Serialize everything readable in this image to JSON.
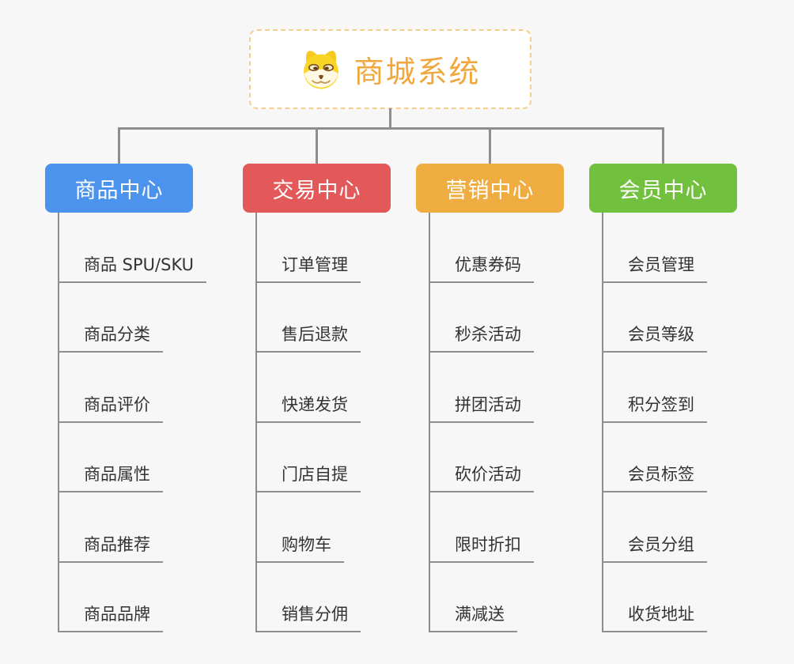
{
  "page": {
    "background": "#f7f7f7",
    "connector_color": "#8e8e8e",
    "item_text_color": "#333333"
  },
  "root": {
    "title": "商城系统",
    "icon": "doge-icon",
    "text_color": "#f0a73d",
    "border_color": "#f3ce8e"
  },
  "branches": [
    {
      "label": "商品中心",
      "color": "#4b93ec",
      "items": [
        "商品 SPU/SKU",
        "商品分类",
        "商品评价",
        "商品属性",
        "商品推荐",
        "商品品牌"
      ]
    },
    {
      "label": "交易中心",
      "color": "#e35858",
      "items": [
        "订单管理",
        "售后退款",
        "快递发货",
        "门店自提",
        "购物车",
        "销售分佣"
      ]
    },
    {
      "label": "营销中心",
      "color": "#efad41",
      "items": [
        "优惠券码",
        "秒杀活动",
        "拼团活动",
        "砍价活动",
        "限时折扣",
        "满减送"
      ]
    },
    {
      "label": "会员中心",
      "color": "#72c13e",
      "items": [
        "会员管理",
        "会员等级",
        "积分签到",
        "会员标签",
        "会员分组",
        "收货地址"
      ]
    }
  ]
}
